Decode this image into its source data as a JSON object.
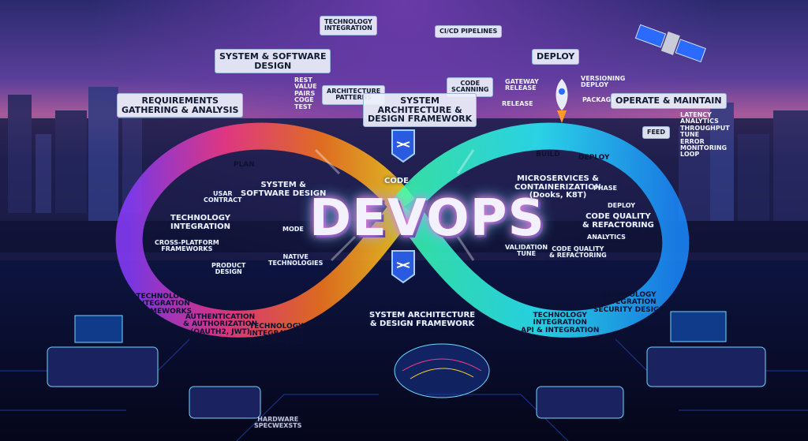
{
  "title": "DEVOPS",
  "labels": {
    "requirements": "REQUIREMENTS\nGATHERING & ANALYSIS",
    "system_software_design_top": "SYSTEM & SOFTWARE\nDESIGN",
    "rest_value": "REST\nVALUE\nPAIRS\nCOGE\nTEST",
    "tech_integration_top": "TECHNOLOGY\nINTEGRATION",
    "architecture_patterns": "ARCHITECTURE\nPATTERNS",
    "cicd": "CI/CD PIPELINES",
    "code_scanning": "CODE\nSCANNING",
    "system_arch_top": "SYSTEM\nARCHITECTURE &\nDESIGN FRAMEWORK",
    "deploy_top": "DEPLOY",
    "gateway_release": "GATEWAY\nRELEASE",
    "release": "RELEASE",
    "versioning_deploy": "VERSIONING\nDEPLOY",
    "package": "PACKAGE",
    "operate_maintain": "OPERATE & MAINTAIN",
    "feed": "FEED",
    "latency_list": "LATENCY\nANALYTICS\nTHROUGHPUT\nTUNE\nERROR\nMONITORING\nLOOP",
    "plan": "PLAN",
    "code": "CODE",
    "build": "BUILD",
    "deploy_ring": "DEPLOY",
    "usar_contract": "USAR\nCONTRACT",
    "system_software_design_mid": "SYSTEM &\nSOFTWARE DESIGN",
    "mode": "MODE",
    "tech_integration_left": "TECHNOLOGY\nINTEGRATION",
    "cross_platform": "CROSS-PLATFORM\nFRAMEWORKS",
    "native_tech": "NATIVE\nTECHNOLOGIES",
    "product_design": "PRODUCT\nDESIGN",
    "tech_integration_frameworks": "TECHNOLOGY\nINTEGRATION\nFRAMEWORKS",
    "auth": "AUTHENTICATION\n& AUTHORIZATION\n(OAUTH2, JWT)",
    "tech_integration_sql": "TECHNOLOGY\nINTEGRATION\n(SQL, NoSQL)",
    "microservices": "MICROSERVICES &\nCONTAINERIZATION\n(Dooks, K8T)",
    "phase": "PHASE",
    "deploy_small": "DEPLOY",
    "code_quality": "CODE QUALITY\n& REFACTORING",
    "analytics": "ANALYTICS",
    "validation_tune": "VALIDATION\nTUNE",
    "code_quality_small": "CODE QUALITY\n& REFACTORING",
    "system_arch_bottom": "SYSTEM ARCHITECTURE\n& DESIGN FRAMEWORK",
    "tech_integration_api": "TECHNOLOGY\nINTEGRATION\nAPI & INTEGRATION",
    "tech_integration_security": "TECHNOLOGY\nINTEGRATION\nSECURITY DESIGN",
    "hardware": "HARDWARE\nSPECWEXSTS"
  },
  "colors": {
    "left_loop": [
      "#8a3cff",
      "#ff3a8a",
      "#ff7a1a",
      "#ffd21a"
    ],
    "right_loop": [
      "#2af0ff",
      "#2aff7a",
      "#1ab0ff"
    ],
    "accent": "#6fd8ff"
  }
}
